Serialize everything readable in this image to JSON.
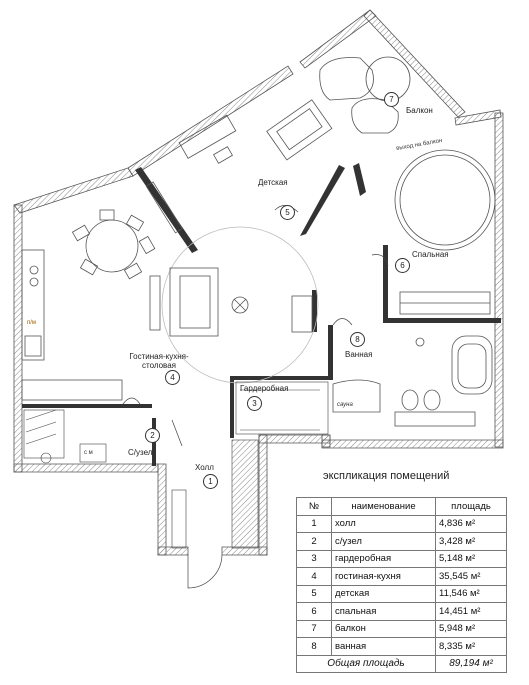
{
  "rooms": {
    "detskaya": "Детская",
    "balkon": "Балкон",
    "vyhod": "выход на балкон",
    "spalnaya": "Спальная",
    "gostinaya": "Гостиная-кухня-столовая",
    "vannaya": "Ванная",
    "garderobnaya": "Гардеробная",
    "suzel": "С/узел",
    "holl": "Холл",
    "sauna": "сауна",
    "pm": "п/м",
    "sm": "с м"
  },
  "markers": [
    "1",
    "2",
    "3",
    "4",
    "5",
    "6",
    "7",
    "8"
  ],
  "legend": {
    "title": "экспликация помещений",
    "headers": [
      "№",
      "наименование",
      "площадь"
    ],
    "rows": [
      {
        "n": "1",
        "name": "холл",
        "area": "4,836 м²"
      },
      {
        "n": "2",
        "name": "с/узел",
        "area": "3,428 м²"
      },
      {
        "n": "3",
        "name": "гардеробная",
        "area": "5,148 м²"
      },
      {
        "n": "4",
        "name": "гостиная-кухня",
        "area": "35,545 м²"
      },
      {
        "n": "5",
        "name": "детская",
        "area": "11,546 м²"
      },
      {
        "n": "6",
        "name": "спальная",
        "area": "14,451 м²"
      },
      {
        "n": "7",
        "name": "балкон",
        "area": "5,948 м²"
      },
      {
        "n": "8",
        "name": "ванная",
        "area": "8,335 м²"
      }
    ],
    "total_label": "Общая площадь",
    "total_value": "89,194 м²"
  }
}
